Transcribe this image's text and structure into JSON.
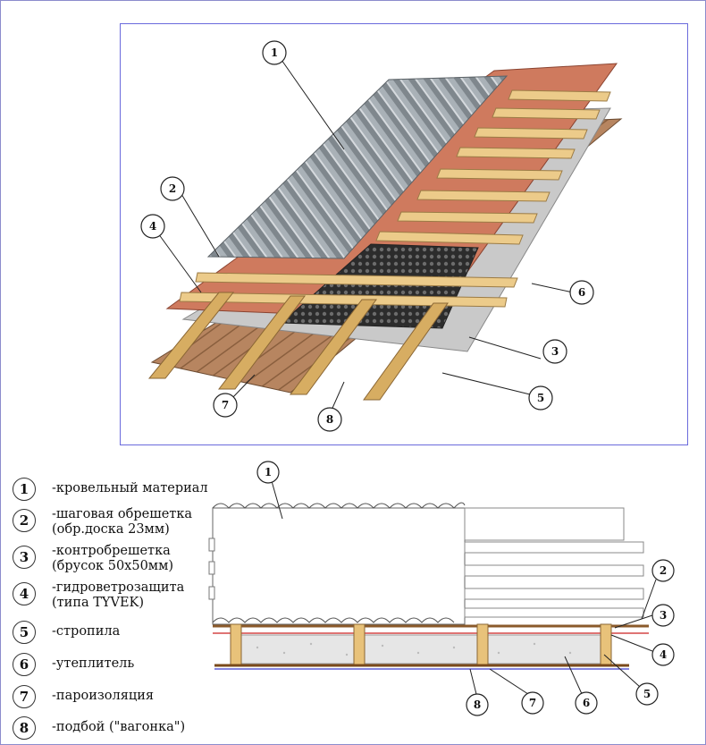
{
  "callouts": [
    "1",
    "2",
    "3",
    "4",
    "5",
    "6",
    "7",
    "8"
  ],
  "legend": [
    {
      "num": "1",
      "lines": [
        "-кровельный материал"
      ]
    },
    {
      "num": "2",
      "lines": [
        "-шаговая обрешетка",
        "(обр.доска 23мм)"
      ]
    },
    {
      "num": "3",
      "lines": [
        "-контробрешетка",
        "(брусок 50х50мм)"
      ]
    },
    {
      "num": "4",
      "lines": [
        "-гидроветрозащита",
        "(типа TYVEK)"
      ]
    },
    {
      "num": "5",
      "lines": [
        "-стропила"
      ]
    },
    {
      "num": "6",
      "lines": [
        "-утеплитель"
      ]
    },
    {
      "num": "7",
      "lines": [
        "-пароизоляция"
      ]
    },
    {
      "num": "8",
      "lines": [
        "-подбой (\"вагонка\")"
      ]
    }
  ],
  "colors": {
    "frame": "#6a6adc",
    "metal": "#9aa3aa",
    "wood": "#e8c27a",
    "membrane": "#c8745c",
    "boards": "#b7865e",
    "insulation": "#3a3a3a",
    "vapor": "#bcbcbc"
  }
}
